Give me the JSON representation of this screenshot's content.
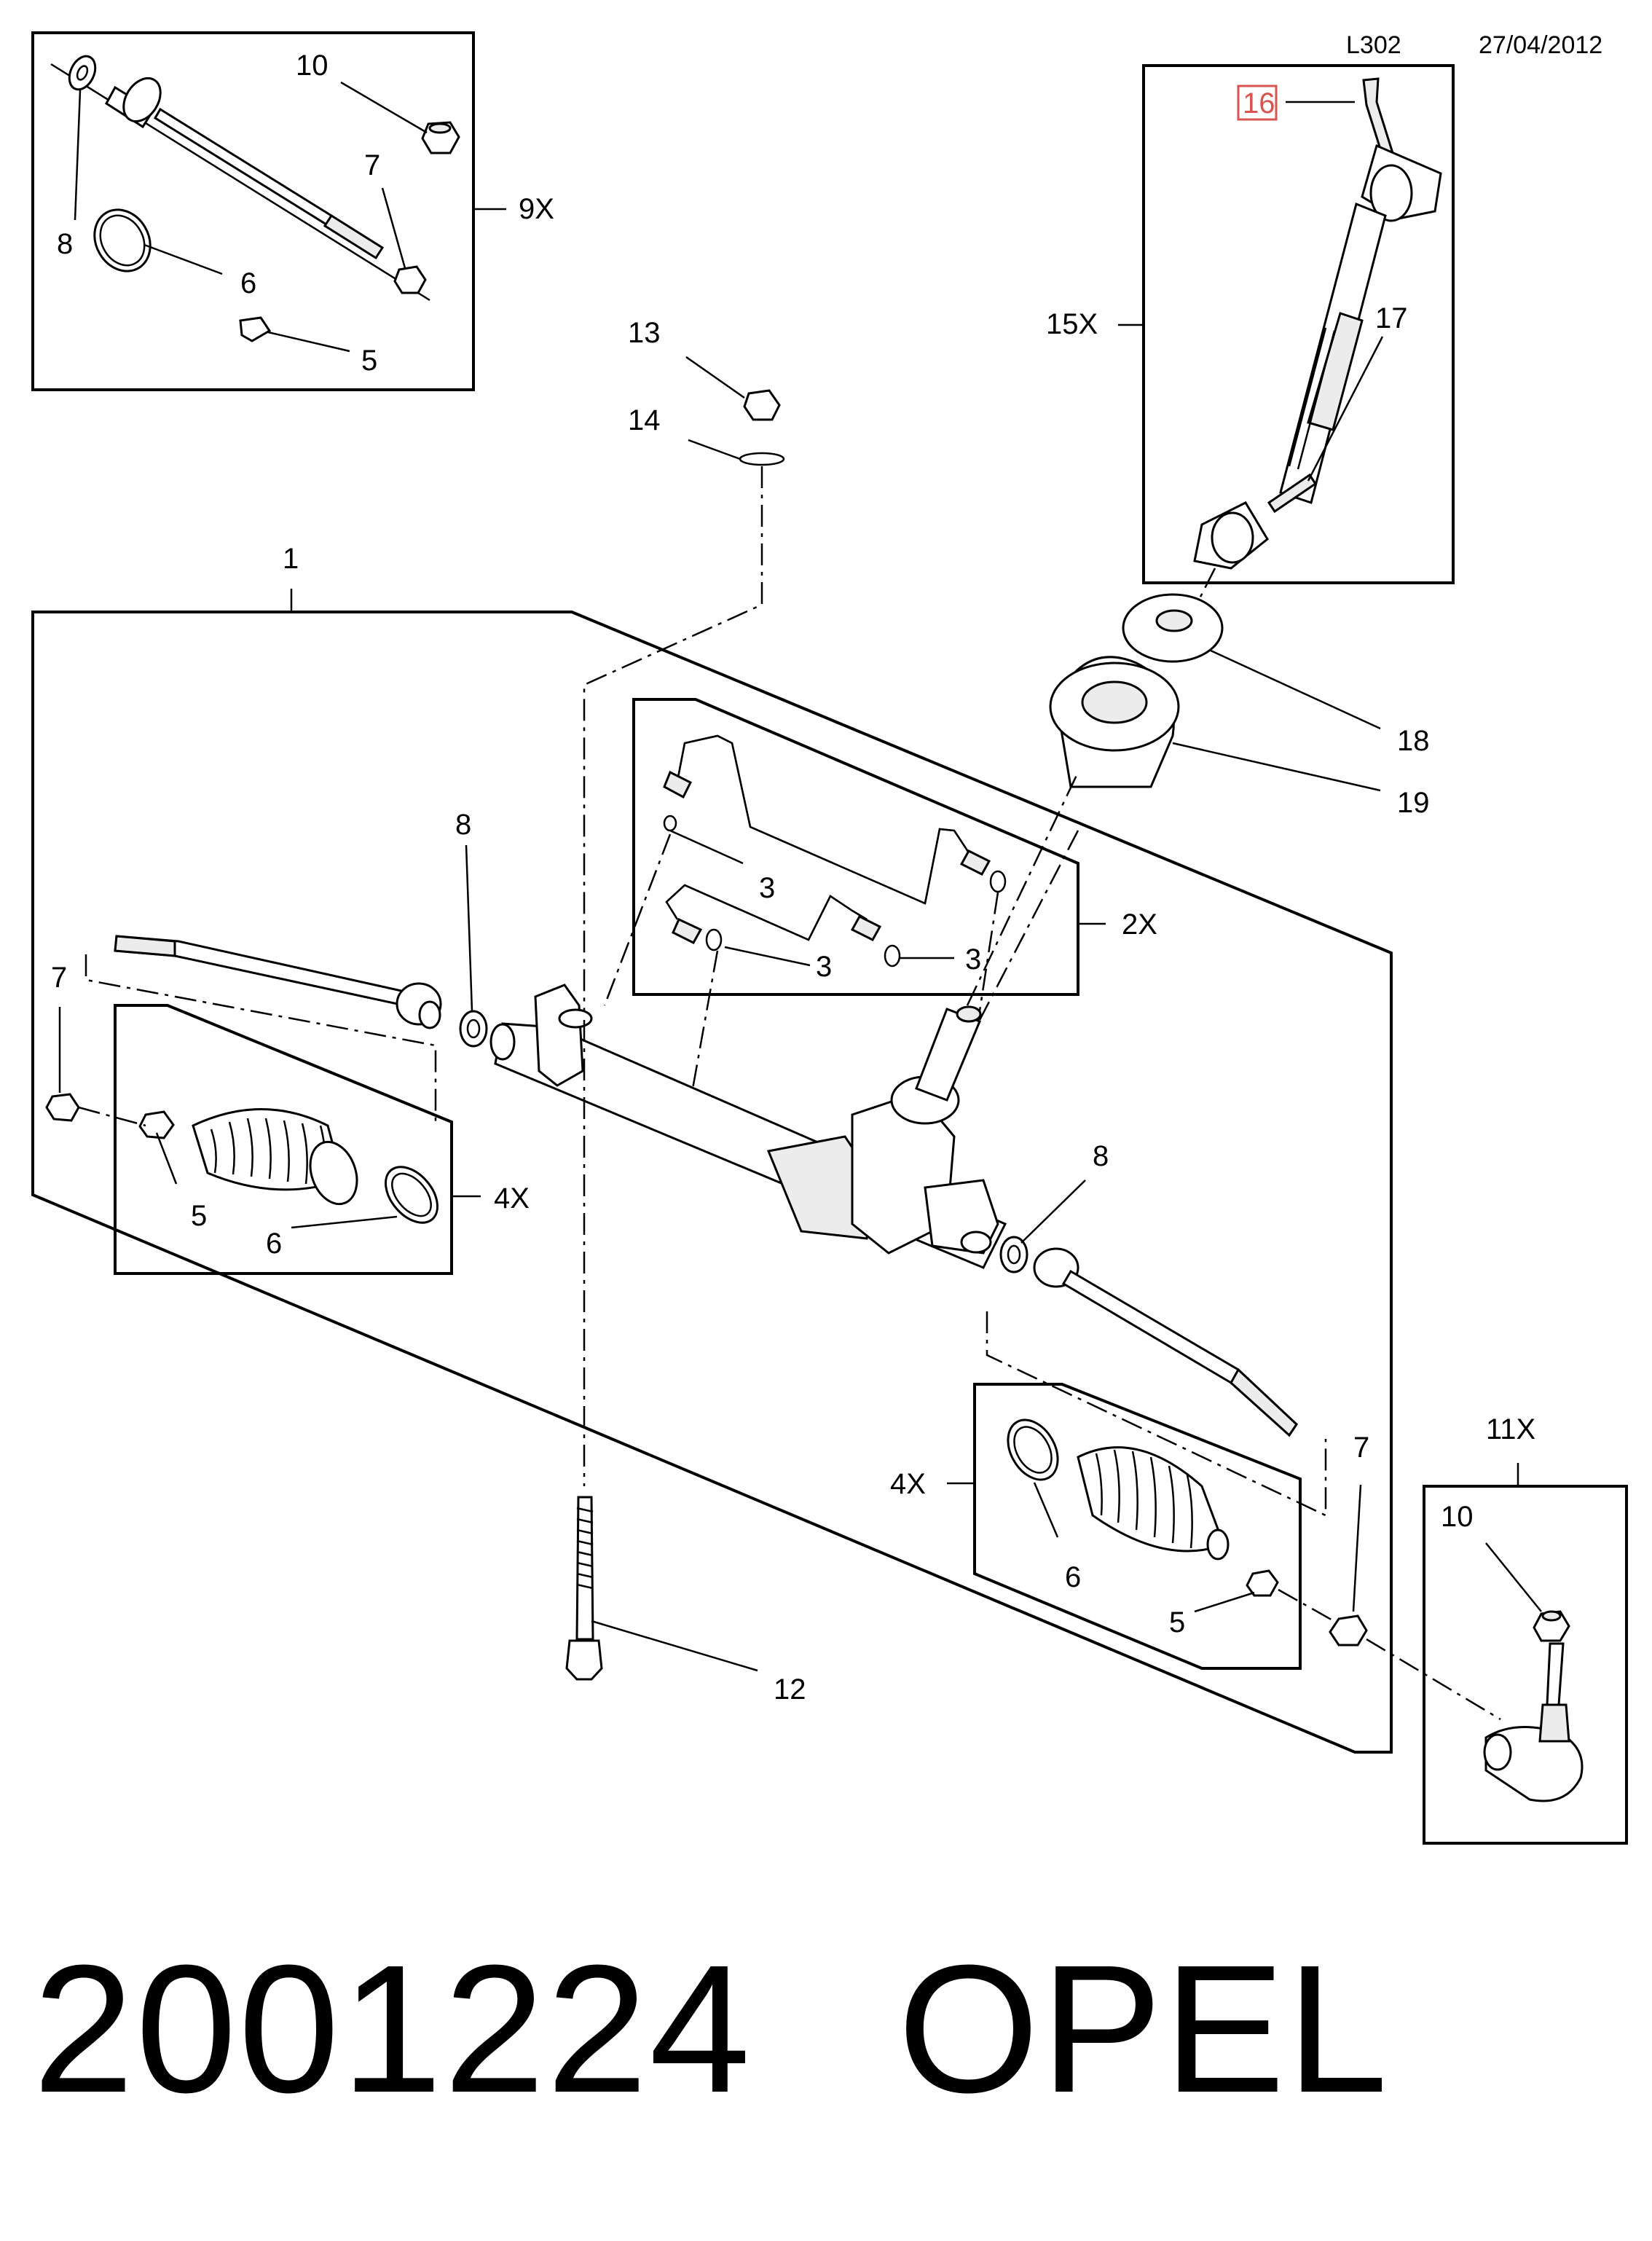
{
  "header": {
    "page_code": "L302",
    "date": "27/04/2012"
  },
  "callouts": {
    "c1": "1",
    "c2X": "2X",
    "c3a": "3",
    "c3b": "3",
    "c3c": "3",
    "c4X_left": "4X",
    "c4X_right": "4X",
    "c5_top": "5",
    "c5_left": "5",
    "c5_right": "5",
    "c6_top": "6",
    "c6_left": "6",
    "c6_right": "6",
    "c7_top": "7",
    "c7_left": "7",
    "c7_right": "7",
    "c8_top": "8",
    "c8_mid": "8",
    "c8_right": "8",
    "c9X": "9X",
    "c10_top": "10",
    "c10_right": "10",
    "c11X": "11X",
    "c12": "12",
    "c13": "13",
    "c14": "14",
    "c15X": "15X",
    "c16": "16",
    "c17": "17",
    "c18": "18",
    "c19": "19"
  },
  "highlight_color": "#d9534f",
  "footer": {
    "part_number": "2001224",
    "make": "OPEL"
  }
}
